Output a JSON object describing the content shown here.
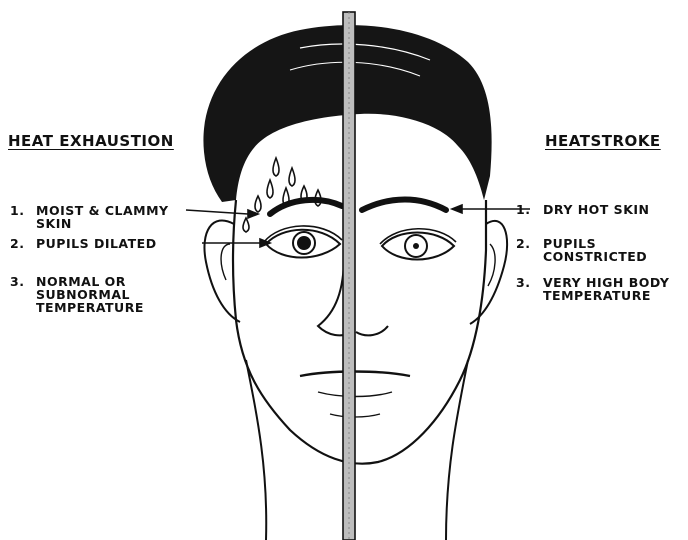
{
  "left_panel": {
    "heading": "HEAT EXHAUSTION",
    "items": [
      {
        "number": "1.",
        "lines": [
          "MOIST & CLAMMY",
          "SKIN"
        ]
      },
      {
        "number": "2.",
        "lines": [
          "PUPILS DILATED"
        ]
      },
      {
        "number": "3.",
        "lines": [
          "NORMAL OR",
          "SUBNORMAL",
          "TEMPERATURE"
        ]
      }
    ]
  },
  "right_panel": {
    "heading": "HEATSTROKE",
    "items": [
      {
        "number": "1.",
        "lines": [
          "DRY HOT SKIN"
        ]
      },
      {
        "number": "2.",
        "lines": [
          "PUPILS",
          "CONSTRICTED"
        ]
      },
      {
        "number": "3.",
        "lines": [
          "VERY HIGH BODY",
          "TEMPERATURE"
        ]
      }
    ]
  },
  "colors": {
    "ink": "#111111",
    "hair": "#151515",
    "divider_fill": "#bdbdbd"
  }
}
